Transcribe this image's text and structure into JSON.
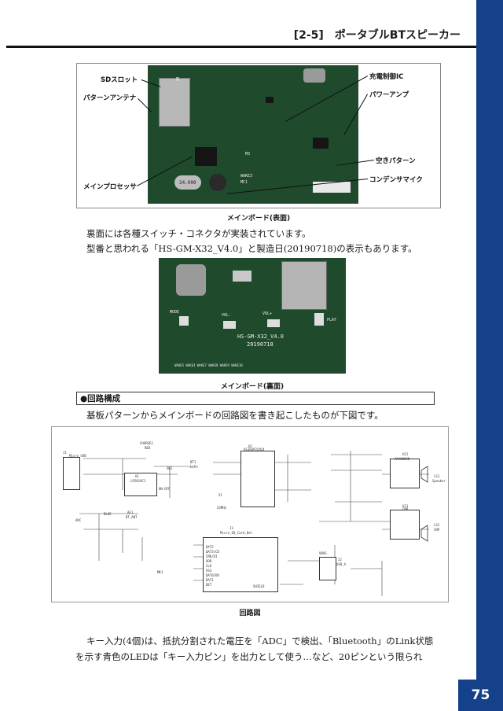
{
  "header": {
    "title": "[2-5]　ポータブルBTスピーカー"
  },
  "figure1": {
    "callouts": {
      "sd_slot": "SDスロット",
      "pattern_antenna": "パターンアンテナ",
      "main_processor": "メインプロセッサ",
      "charge_ic": "充電制御IC",
      "power_amp": "パワーアンプ",
      "empty_pattern": "空きパターン",
      "condenser_mic": "コンデンサマイク"
    },
    "board_text": {
      "crystal": "24.000",
      "m3": "M3",
      "r": "R",
      "mc": "MC1",
      "wake": "WAKE3"
    },
    "caption": "メインボード(表面)"
  },
  "paragraph1": [
    "裏面には各種スイッチ・コネクタが実装されています。",
    "型番と思われる「HS-GM-X32_V4.0」と製造日(20190718)の表示もあります。"
  ],
  "figure2": {
    "board_text": {
      "model": "HS-GM-X32_V4.0",
      "date": "20190718",
      "mode": "MODE",
      "vol_plus": "VOL+",
      "vol_minus": "VOL-",
      "play": "PLAY",
      "wake": "WAKE5 WAKE4 WAKE7 WAKE8   WAKE9 WAKE10"
    },
    "caption": "メインボード(裏面)"
  },
  "section": {
    "title": "●回路構成"
  },
  "paragraph2": "基板パターンからメインボードの回路図を書き起こしたものが下図です。",
  "schematic": {
    "labels": {
      "j1": "J1",
      "micro_usb": "Micro USB",
      "charger": "CHARGE1",
      "red": "RED",
      "u1": "U1",
      "u1_part": "LP5819C1",
      "bt1": "BT1",
      "lipo": "LiPo",
      "sw": "SW1",
      "on_off": "ON-OFF",
      "u2": "U2",
      "u2_part": "AS16AP2LM24",
      "x1": "X1",
      "x1_val": "24MHz",
      "u12": "U12",
      "u12_part": "HAA8002B",
      "ls1": "LS1",
      "speaker": "Speaker",
      "u11": "U11",
      "u11_part": "CNP",
      "ls2": "LS2",
      "cnp": "CNP",
      "ae1": "AE1",
      "bt_ant": "BT_ANT",
      "blue": "BLUE",
      "j3": "J3",
      "micro_sd": "Micro_SD_Card_Det",
      "shield": "SHIELD",
      "j2": "J2",
      "usb_a": "USB_A",
      "mk1": "MK1",
      "dat2": "DAT2",
      "dat3": "DAT3/CD",
      "cmd": "CMD/DI",
      "vdd": "VDD",
      "clk": "CLK",
      "vss": "VSS",
      "dat0": "DAT0/DO",
      "dat1": "DAT1",
      "det": "DET",
      "adc": "ADC",
      "vbus": "VBUS"
    },
    "caption": "回路図"
  },
  "paragraph3": [
    "キー入力(4個)は、抵抗分割された電圧を「ADC」で検出、「Bluetooth」のLink状態",
    "を示す青色のLEDは「キー入力ピン」を出力として使う…など、20ピンという限られ"
  ],
  "page_number": "75"
}
